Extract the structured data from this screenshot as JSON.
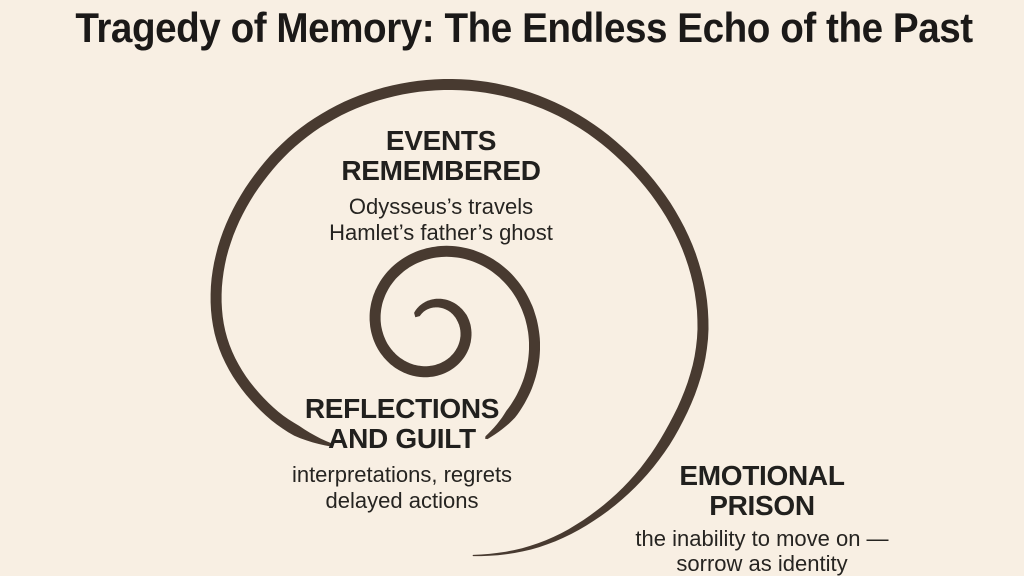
{
  "title": "Tragedy of Memory: The Endless Echo of the Past",
  "colors": {
    "background": "#f8efe3",
    "spiral": "#483a30",
    "title_text": "#1b1918",
    "label_text": "#21201e",
    "detail_text": "#262421"
  },
  "spiral": {
    "kind": "inward-coiling spiral, dark brown, tapered ends, gap where REFLECTIONS AND GUILT text sits",
    "turns": 3.2
  },
  "stages": [
    {
      "label_lines": [
        "EVENTS",
        "REMEMBERED"
      ],
      "detail_lines": [
        "Odysseus’s travels",
        "Hamlet’s father’s ghost"
      ]
    },
    {
      "label_lines": [
        "REFLECTIONS",
        "AND GUILT"
      ],
      "detail_lines": [
        "interpretations, regrets",
        "delayed actions"
      ]
    },
    {
      "label_lines": [
        "EMOTIONAL",
        "PRISON"
      ],
      "detail_lines": [
        "the inability to move on —",
        "sorrow as identity"
      ]
    }
  ]
}
